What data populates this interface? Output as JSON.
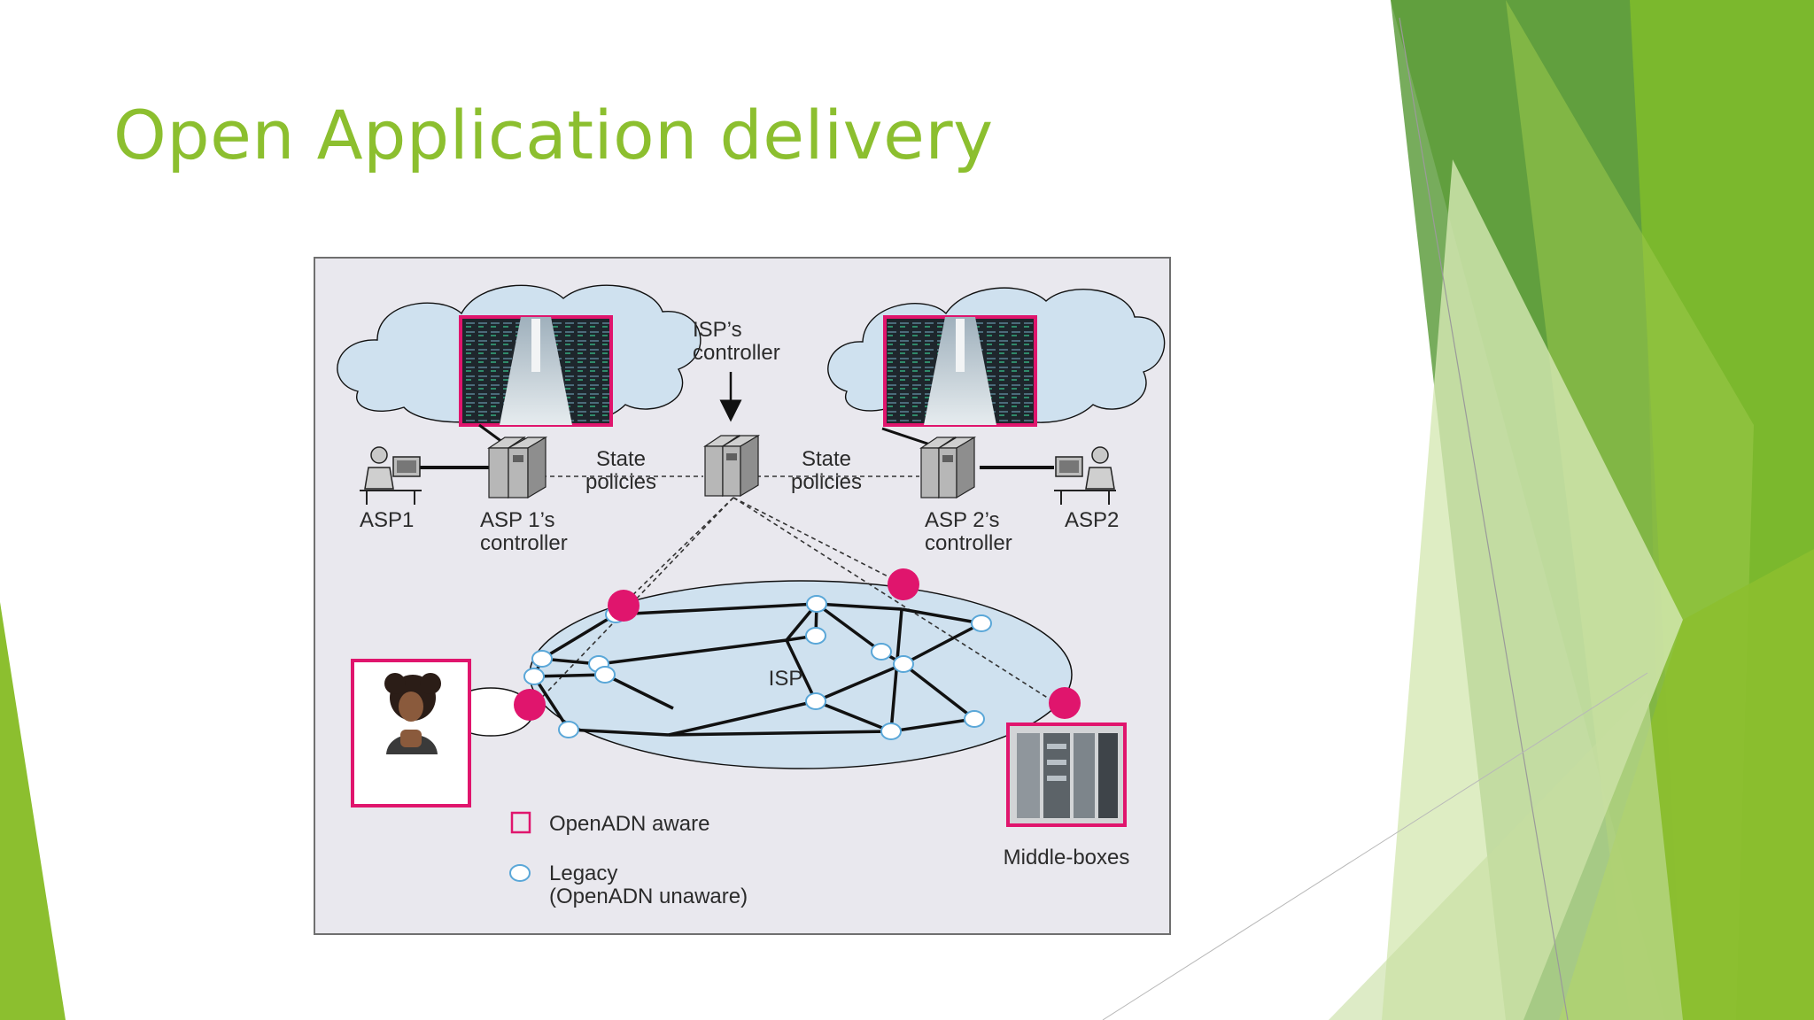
{
  "slide": {
    "title": "Open Application delivery",
    "accent_color": "#8cbf2f"
  },
  "figure": {
    "labels": {
      "isp_controller_line1": "ISP’s",
      "isp_controller_line2": "controller",
      "state_policies_left_line1": "State",
      "state_policies_left_line2": "policies",
      "state_policies_right_line1": "State",
      "state_policies_right_line2": "policies",
      "asp1": "ASP1",
      "asp1_controller_line1": "ASP 1’s",
      "asp1_controller_line2": "controller",
      "asp2_controller_line1": "ASP 2’s",
      "asp2_controller_line2": "controller",
      "asp2": "ASP2",
      "isp": "ISP",
      "middle_boxes": "Middle-boxes"
    },
    "legend": {
      "aware": "OpenADN aware",
      "legacy_line1": "Legacy",
      "legacy_line2": "(OpenADN unaware)"
    },
    "colors": {
      "openadn_aware": "#e0156d",
      "legacy_node": "#5aa7d8",
      "cloud_fill": "#cfe1ef",
      "isp_fill": "#cfe1ef",
      "figure_bg": "#e9e8ee"
    }
  }
}
